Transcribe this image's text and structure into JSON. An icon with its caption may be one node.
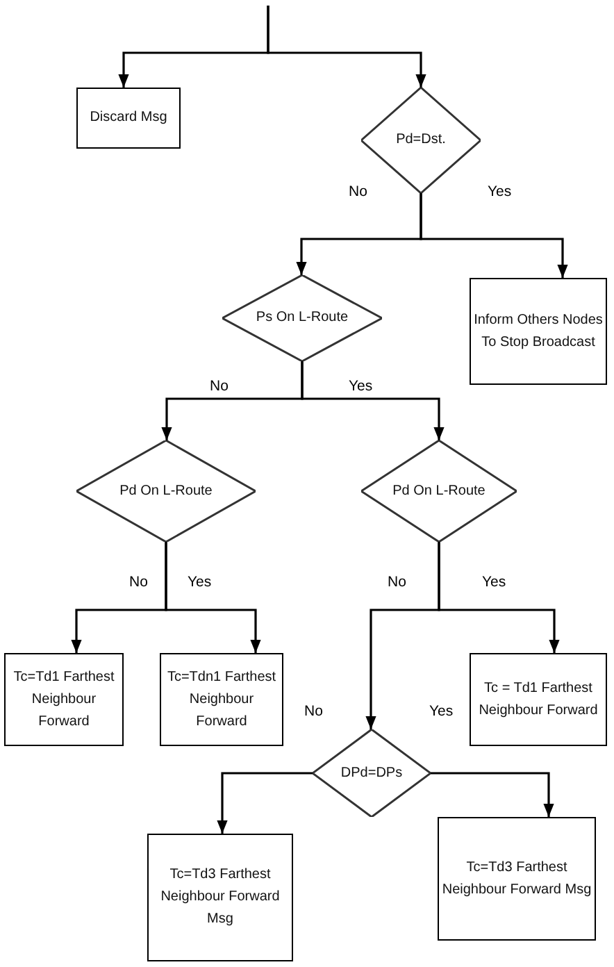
{
  "diagram": {
    "nodes": [
      {
        "text": [
          "Discard Msg"
        ]
      },
      {
        "text": [
          "Pd=Dst."
        ]
      },
      {
        "text": [
          "Inform Others Nodes To Stop Broadcast"
        ]
      },
      {
        "text": [
          "Ps On L-Route"
        ]
      },
      {
        "text": [
          "Pd On L-Route"
        ]
      },
      {
        "text": [
          "Pd On L-Route"
        ]
      },
      {
        "text": [
          "Tc=Td1 Farthest Neighbour Forward"
        ]
      },
      {
        "text": [
          "Tc=Tdn1 Farthest Neighbour Forward"
        ]
      },
      {
        "text": [
          "Tc = Td1 Farthest Neighbour Forward"
        ]
      },
      {
        "text": [
          "DPd=DPs"
        ]
      },
      {
        "text": [
          "Tc=Td3 Farthest Neighbour Forward Msg"
        ]
      },
      {
        "text": [
          "Tc=Td3 Farthest Neighbour Forward Msg"
        ]
      }
    ],
    "edges": [
      {
        "from": null,
        "to": 0,
        "arrow": "to"
      },
      {
        "from": null,
        "to": 1,
        "arrow": "to"
      },
      {
        "from": 1,
        "to": 3,
        "arrow": "to",
        "label": "No"
      },
      {
        "from": 1,
        "to": 2,
        "arrow": "to",
        "label": "Yes"
      },
      {
        "from": 3,
        "to": 4,
        "arrow": "to",
        "label": "No"
      },
      {
        "from": 3,
        "to": 5,
        "arrow": "to",
        "label": "Yes"
      },
      {
        "from": 4,
        "to": 6,
        "arrow": "to",
        "label": "No"
      },
      {
        "from": 4,
        "to": 7,
        "arrow": "to",
        "label": "Yes"
      },
      {
        "from": 5,
        "to": 9,
        "arrow": "to",
        "label": "No"
      },
      {
        "from": 5,
        "to": 8,
        "arrow": "to",
        "label": "Yes"
      },
      {
        "from": 9,
        "to": 10,
        "arrow": "to"
      },
      {
        "from": 9,
        "to": 11,
        "arrow": "to"
      }
    ],
    "labels": [
      "No",
      "Yes"
    ]
  }
}
